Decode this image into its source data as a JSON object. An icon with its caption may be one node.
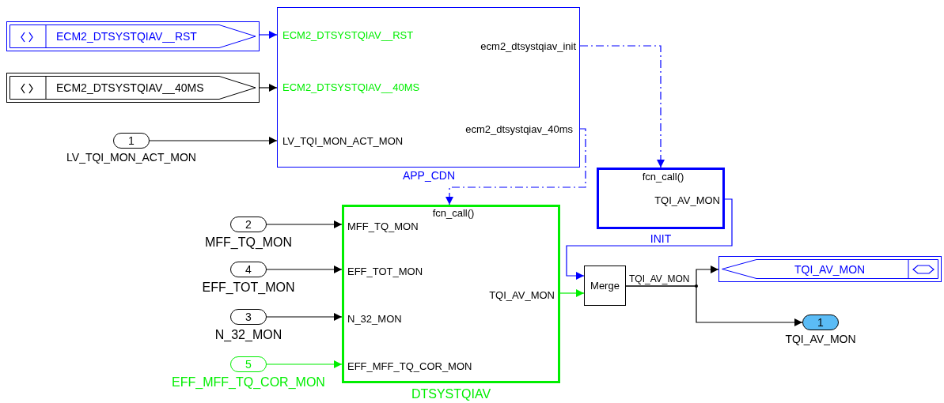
{
  "diagram": {
    "nodes": [
      {
        "text": [
          "ECM2_DTSYSTQIAV__RST"
        ]
      },
      {
        "text": [
          "ECM2_DTSYSTQIAV__40MS"
        ]
      },
      {
        "text": [
          "1"
        ],
        "beside": [
          "LV_TQI_MON_ACT_MON"
        ]
      },
      {
        "text": [
          "ECM2_DTSYSTQIAV__RST",
          "ECM2_DTSYSTQIAV__40MS",
          "LV_TQI_MON_ACT_MON",
          "ecm2_dtsystqiav_init",
          "ecm2_dtsystqiav_40ms"
        ],
        "beside": [
          "APP_CDN"
        ]
      },
      {
        "text": [
          "fcn_call()",
          "TQI_AV_MON"
        ],
        "beside": [
          "INIT"
        ]
      },
      {
        "text": [
          "2"
        ],
        "beside": [
          "MFF_TQ_MON"
        ]
      },
      {
        "text": [
          "4"
        ],
        "beside": [
          "EFF_TOT_MON"
        ]
      },
      {
        "text": [
          "3"
        ],
        "beside": [
          "N_32_MON"
        ]
      },
      {
        "text": [
          "5"
        ],
        "beside": [
          "EFF_MFF_TQ_COR_MON"
        ]
      },
      {
        "text": [
          "fcn_call()",
          "MFF_TQ_MON",
          "EFF_TOT_MON",
          "N_32_MON",
          "EFF_MFF_TQ_COR_MON",
          "TQI_AV_MON"
        ],
        "beside": [
          "DTSYSTQIAV"
        ]
      },
      {
        "text": [
          "Merge"
        ]
      },
      {
        "text": [
          "TQI_AV_MON"
        ]
      },
      {
        "text": [
          "1"
        ],
        "beside": [
          "TQI_AV_MON"
        ]
      }
    ],
    "edges": [
      {
        "from": 0,
        "to": 3,
        "arrow": "to",
        "color": "#0000ff"
      },
      {
        "from": 1,
        "to": 3,
        "arrow": "to"
      },
      {
        "from": 2,
        "to": 3,
        "arrow": "to"
      },
      {
        "from": 3,
        "to": 4,
        "arrow": "to",
        "style": "dashed",
        "color": "#0000ff"
      },
      {
        "from": 3,
        "to": 9,
        "arrow": "to",
        "style": "dashed",
        "color": "#0000ff"
      },
      {
        "from": 5,
        "to": 9,
        "arrow": "to"
      },
      {
        "from": 6,
        "to": 9,
        "arrow": "to"
      },
      {
        "from": 7,
        "to": 9,
        "arrow": "to"
      },
      {
        "from": 8,
        "to": 9,
        "arrow": "to",
        "color": "#00ee00"
      },
      {
        "from": 9,
        "to": 10,
        "arrow": "to",
        "color": "#00ee00"
      },
      {
        "from": 4,
        "to": 10,
        "arrow": "to",
        "color": "#0000ff"
      },
      {
        "from": 10,
        "to": 11,
        "arrow": "to",
        "label": "TQI_AV_MON"
      },
      {
        "from": 10,
        "to": 12,
        "arrow": "to"
      }
    ]
  }
}
